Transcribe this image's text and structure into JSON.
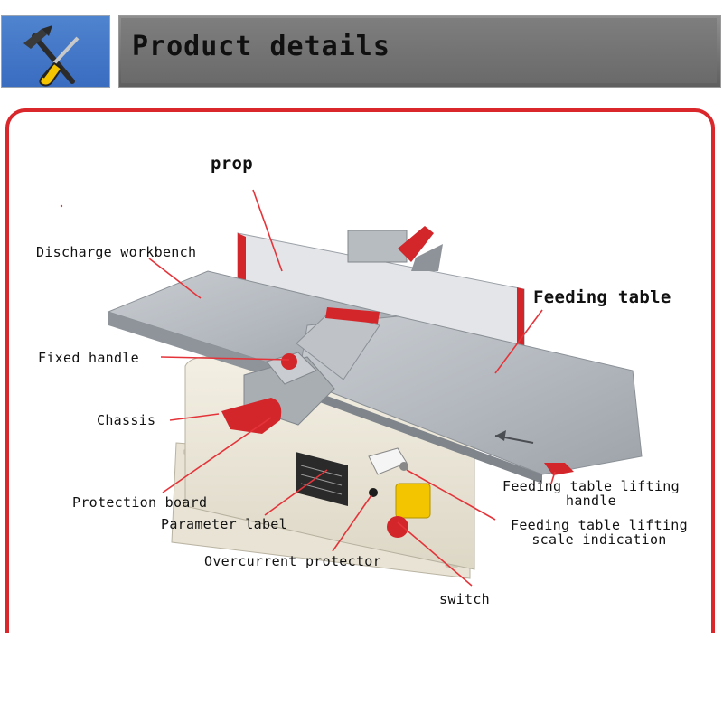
{
  "header": {
    "title": "Product details",
    "icon": "hammer-screwdriver-icon"
  },
  "colors": {
    "accent_red": "#d9272c",
    "icon_blue": "#4a7cca",
    "title_bar": "#707070"
  },
  "labels": {
    "prop": "prop",
    "discharge_workbench": "Discharge workbench",
    "feeding_table": "Feeding table",
    "fixed_handle": "Fixed handle",
    "chassis": "Chassis",
    "protection_board": "Protection board",
    "parameter_label": "Parameter label",
    "overcurrent_protector": "Overcurrent protector",
    "switch": "switch",
    "feeding_table_lifting_handle_1": "Feeding table lifting",
    "feeding_table_lifting_handle_2": "handle",
    "feeding_table_lifting_scale_1": "Feeding table lifting",
    "feeding_table_lifting_scale_2": "scale indication"
  }
}
